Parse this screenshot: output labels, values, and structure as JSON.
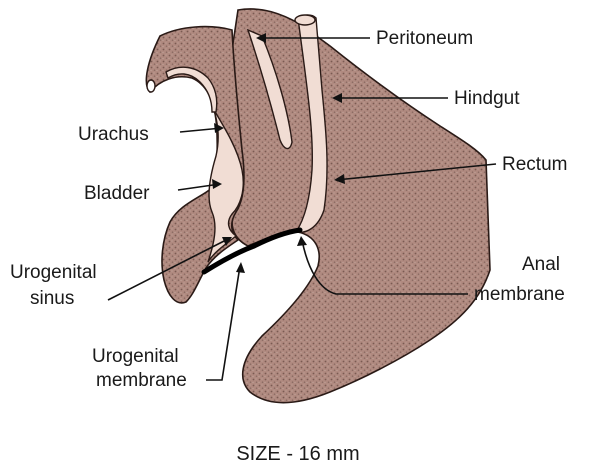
{
  "labels": {
    "peritoneum": "Peritoneum",
    "hindgut": "Hindgut",
    "urachus": "Urachus",
    "rectum": "Rectum",
    "bladder": "Bladder",
    "urogenital_sinus": [
      "Urogenital",
      "sinus"
    ],
    "anal_membrane": [
      "Anal",
      "membrane"
    ],
    "urogenital_membrane": [
      "Urogenital",
      "membrane"
    ]
  },
  "caption": "SIZE - 16 mm",
  "colors": {
    "tissue": "#b08a80",
    "tissue_dots": "#7a5a52",
    "lumen": "#f1ddd4",
    "outline": "#2a1a16",
    "membrane": "#000000"
  }
}
